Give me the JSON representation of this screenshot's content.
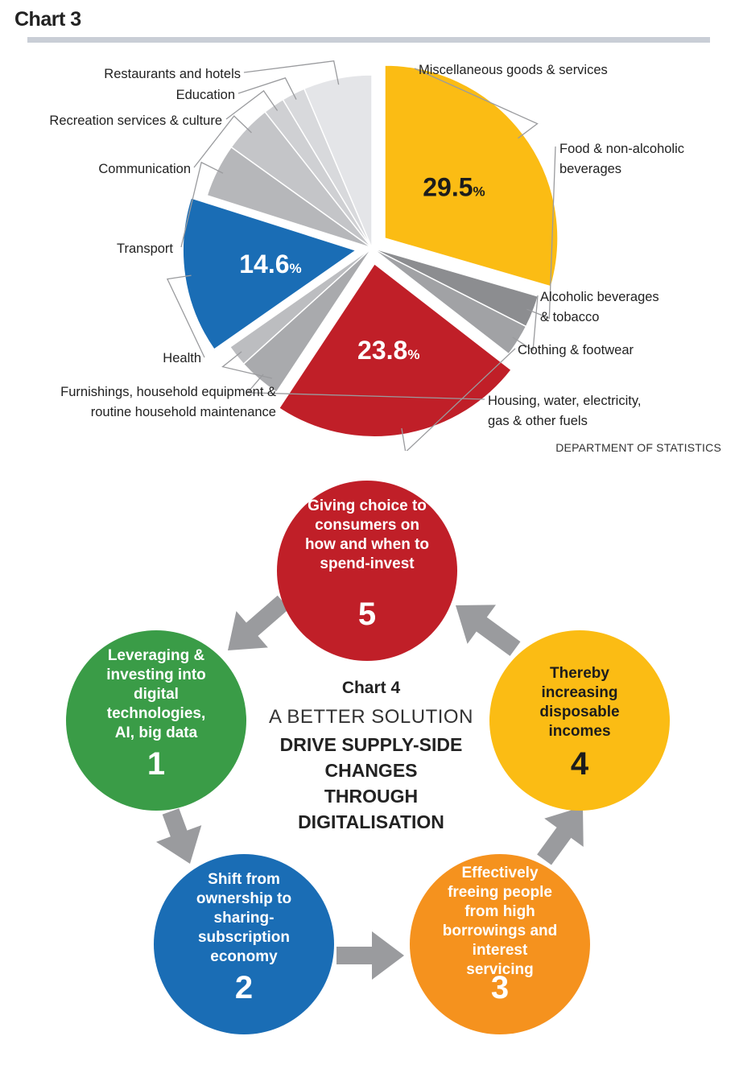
{
  "chart3": {
    "title": "Chart 3",
    "source": "DEPARTMENT OF STATISTICS"
  },
  "chart_data": {
    "type": "pie",
    "title": "Chart 3",
    "slices": [
      {
        "label": "Food & non-alcoholic beverages",
        "value": 29.5,
        "color": "#fbbc14",
        "shown_value": "29.5",
        "exploded": true
      },
      {
        "label": "Alcoholic beverages & tobacco",
        "value": 3.0,
        "color": "#8c8d90"
      },
      {
        "label": "Clothing & footwear",
        "value": 3.0,
        "color": "#a1a2a5"
      },
      {
        "label": "Housing, water, electricity, gas & other fuels",
        "value": 23.8,
        "color": "#c01f28",
        "shown_value": "23.8",
        "exploded": true
      },
      {
        "label": "Furnishings, household equipment & routine household maintenance",
        "value": 4.0,
        "color": "#a9aaad"
      },
      {
        "label": "Health",
        "value": 2.0,
        "color": "#bcbdc0"
      },
      {
        "label": "Transport",
        "value": 14.6,
        "color": "#1a6db5",
        "shown_value": "14.6",
        "exploded": true
      },
      {
        "label": "Communication",
        "value": 5.0,
        "color": "#b6b7ba"
      },
      {
        "label": "Recreation services & culture",
        "value": 4.5,
        "color": "#c4c5c8"
      },
      {
        "label": "Education",
        "value": 2.0,
        "color": "#cfd0d3"
      },
      {
        "label": "Restaurants and hotels",
        "value": 2.2,
        "color": "#d8d9dc"
      },
      {
        "label": "Miscellaneous goods & services",
        "value": 6.4,
        "color": "#e4e5e8"
      }
    ],
    "labels_display": [
      {
        "lines": [
          "Miscellaneous goods & services"
        ],
        "anchor": "start"
      },
      {
        "lines": [
          "Food & non-alcoholic",
          "beverages"
        ],
        "anchor": "start"
      },
      {
        "lines": [
          "Alcoholic beverages",
          "& tobacco"
        ],
        "anchor": "start"
      },
      {
        "lines": [
          "Clothing & footwear"
        ],
        "anchor": "start"
      },
      {
        "lines": [
          "Housing, water, electricity,",
          "gas & other fuels"
        ],
        "anchor": "start"
      },
      {
        "lines": [
          "Furnishings, household equipment &",
          "routine household maintenance"
        ],
        "anchor": "end"
      },
      {
        "lines": [
          "Health"
        ],
        "anchor": "end"
      },
      {
        "lines": [
          "Transport"
        ],
        "anchor": "end"
      },
      {
        "lines": [
          "Communication"
        ],
        "anchor": "end"
      },
      {
        "lines": [
          "Recreation services & culture"
        ],
        "anchor": "end"
      },
      {
        "lines": [
          "Education"
        ],
        "anchor": "end"
      },
      {
        "lines": [
          "Restaurants and hotels"
        ],
        "anchor": "end"
      }
    ],
    "percent_suffix": "%"
  },
  "chart4": {
    "title": "Chart 4",
    "subtitle": "A BETTER SOLUTION",
    "main_lines": [
      "DRIVE SUPPLY-SIDE",
      "CHANGES",
      "THROUGH",
      "DIGITALISATION"
    ],
    "steps": [
      {
        "number": "1",
        "lines": [
          "Leveraging &",
          "investing into",
          "digital",
          "technologies,",
          "AI, big data"
        ],
        "color": "#3a9c47"
      },
      {
        "number": "2",
        "lines": [
          "Shift from",
          "ownership to",
          "sharing-",
          "subscription",
          "economy"
        ],
        "color": "#1a6db5"
      },
      {
        "number": "3",
        "lines": [
          "Effectively",
          "freeing people",
          "from high",
          "borrowings and",
          "interest",
          "servicing"
        ],
        "color": "#f5921e"
      },
      {
        "number": "4",
        "lines": [
          "Thereby",
          "increasing",
          "disposable",
          "incomes"
        ],
        "color": "#fbbc14"
      },
      {
        "number": "5",
        "lines": [
          "Giving choice to",
          "consumers on",
          "how and when to",
          "spend-invest"
        ],
        "color": "#c01f28"
      }
    ],
    "arrow_color": "#9a9b9e"
  }
}
